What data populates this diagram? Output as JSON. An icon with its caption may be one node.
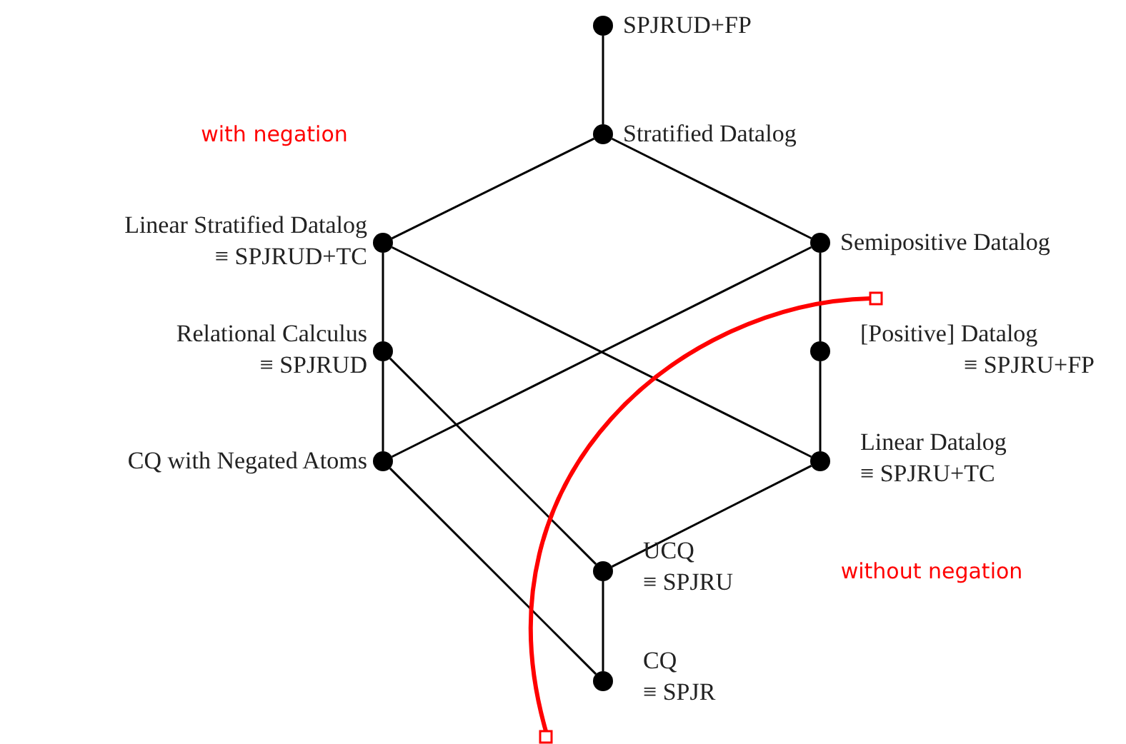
{
  "diagram": {
    "nodes": [
      {
        "text": [],
        "shape": "circle",
        "beside": [
          "SPJRUD+FP"
        ]
      },
      {
        "text": [],
        "shape": "circle",
        "beside": [
          "Stratified Datalog"
        ]
      },
      {
        "text": [],
        "shape": "circle",
        "beside": [
          "Linear Stratified Datalog",
          "≡ SPJRUD+TC"
        ]
      },
      {
        "text": [],
        "shape": "circle",
        "beside": [
          "Semipositive Datalog"
        ]
      },
      {
        "text": [],
        "shape": "circle",
        "beside": [
          "Relational Calculus",
          "≡ SPJRUD"
        ]
      },
      {
        "text": [],
        "shape": "circle",
        "beside": [
          "[Positive] Datalog",
          "≡ SPJRU+FP"
        ]
      },
      {
        "text": [],
        "shape": "circle",
        "beside": [
          "CQ with Negated Atoms"
        ]
      },
      {
        "text": [],
        "shape": "circle",
        "beside": [
          "Linear Datalog",
          "≡ SPJRU+TC"
        ]
      },
      {
        "text": [],
        "shape": "circle",
        "beside": [
          "UCQ",
          "≡ SPJRU"
        ]
      },
      {
        "text": [],
        "shape": "circle",
        "beside": [
          "CQ",
          "≡ SPJR"
        ]
      }
    ],
    "edges": [
      {
        "from": 0,
        "to": 1,
        "arrow": "none"
      },
      {
        "from": 1,
        "to": 2,
        "arrow": "none"
      },
      {
        "from": 1,
        "to": 3,
        "arrow": "none"
      },
      {
        "from": 2,
        "to": 4,
        "arrow": "none"
      },
      {
        "from": 2,
        "to": 7,
        "arrow": "none"
      },
      {
        "from": 3,
        "to": 5,
        "arrow": "none"
      },
      {
        "from": 3,
        "to": 6,
        "arrow": "none"
      },
      {
        "from": 4,
        "to": 6,
        "arrow": "none"
      },
      {
        "from": 4,
        "to": 8,
        "arrow": "none"
      },
      {
        "from": 5,
        "to": 7,
        "arrow": "none"
      },
      {
        "from": 6,
        "to": 9,
        "arrow": "none"
      },
      {
        "from": 7,
        "to": 8,
        "arrow": "none"
      },
      {
        "from": 8,
        "to": 9,
        "arrow": "none"
      }
    ],
    "labels": [
      "with negation",
      "without negation"
    ]
  }
}
